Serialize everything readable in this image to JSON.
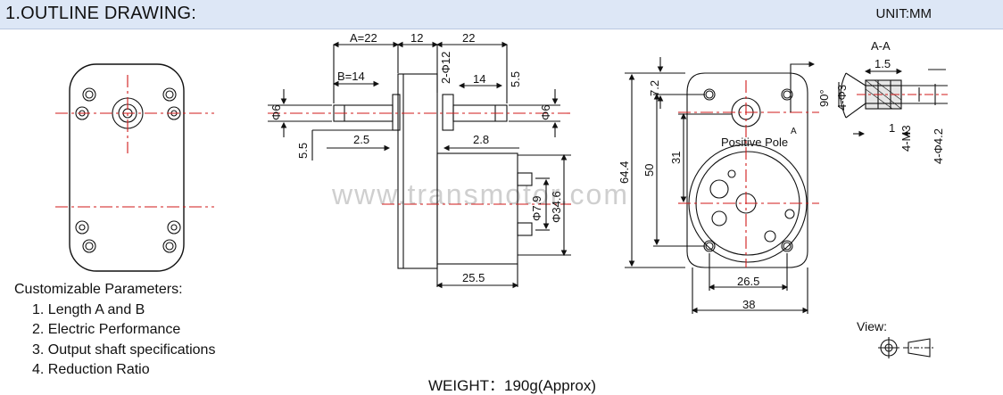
{
  "header": {
    "title": "1.OUTLINE DRAWING:",
    "unit": "UNIT:MM"
  },
  "watermark": "www.transmotor.com",
  "dimensions": {
    "a": "A=22",
    "gap12": "12",
    "right22": "22",
    "b": "B=14",
    "phi12": "2-Φ12",
    "len14": "14",
    "d55a": "5.5",
    "phi6L": "Φ6",
    "phi6R": "Φ6",
    "d55b": "5.5",
    "d25": "2.5",
    "d28": "2.8",
    "phi79": "Φ7.9",
    "phi346": "Φ34.6",
    "w255": "25.5",
    "h72": "7.2",
    "h644": "64.4",
    "h50": "50",
    "h31": "31",
    "w265": "26.5",
    "w38": "38",
    "positive": "Positive Pole",
    "markA": "A",
    "angle": "90°",
    "phi3": "4-Φ3",
    "m3": "4-M3",
    "phi42": "4-Φ4.2",
    "d15": "1.5",
    "d1": "1",
    "section": "A-A"
  },
  "params": {
    "heading": "Customizable Parameters:",
    "items": [
      "1. Length   A and B",
      "2. Electric Performance",
      "3. Output shaft specifications",
      "4. Reduction Ratio"
    ]
  },
  "weight": "WEIGHT：190g(Approx)",
  "view": "View:"
}
